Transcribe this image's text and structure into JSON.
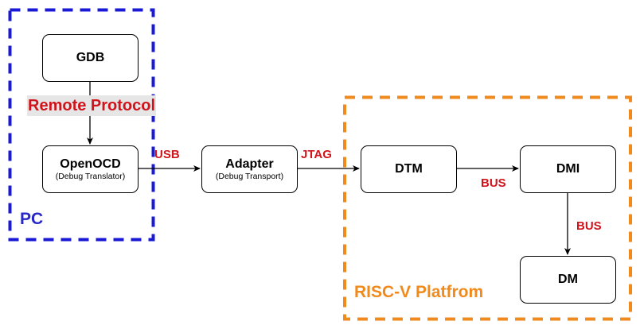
{
  "diagram": {
    "groups": {
      "pc": {
        "label": "PC",
        "color": "#1a1ad6"
      },
      "riscv": {
        "label": "RISC-V Platfrom",
        "color": "#f08a1c"
      }
    },
    "nodes": {
      "gdb": {
        "title": "GDB"
      },
      "openocd": {
        "title": "OpenOCD",
        "subtitle": "(Debug Translator)"
      },
      "adapter": {
        "title": "Adapter",
        "subtitle": "(Debug Transport)"
      },
      "dtm": {
        "title": "DTM"
      },
      "dmi": {
        "title": "DMI"
      },
      "dm": {
        "title": "DM"
      }
    },
    "edges": {
      "gdb_openocd": {
        "label": "Remote Protocol"
      },
      "openocd_adapter": {
        "label": "USB"
      },
      "adapter_dtm": {
        "label": "JTAG"
      },
      "dtm_dmi": {
        "label": "BUS"
      },
      "dmi_dm": {
        "label": "BUS"
      }
    },
    "colors": {
      "edge_label": "#d0141c",
      "remote_label_bg": "#e6e6e6"
    }
  }
}
